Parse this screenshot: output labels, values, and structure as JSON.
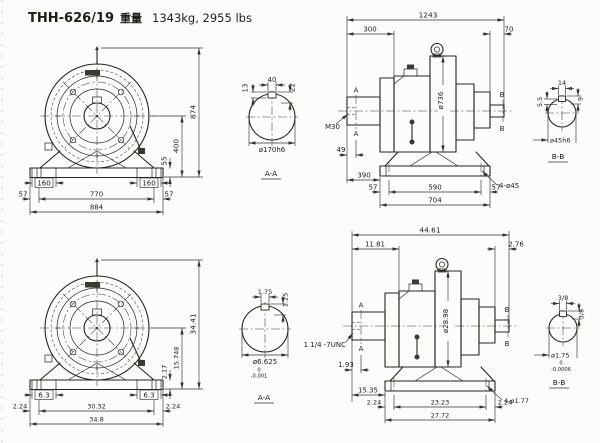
{
  "title": {
    "model": "THH-626/19",
    "weight_label": "重量",
    "weight_value": "1343kg, 2955 lbs"
  },
  "metric": {
    "front": {
      "total_height": "874",
      "center_height": "400",
      "base_height": "55",
      "foot_width_left": "160",
      "foot_width_right": "160",
      "edge_left": "57",
      "bolt_span": "770",
      "edge_right": "57",
      "overall_width": "884"
    },
    "section_aa": {
      "label": "A-A",
      "key_width": "40",
      "key_depth": "13",
      "key_height": "22",
      "shaft_dia": "ø170h6"
    },
    "side": {
      "overall_length": "1243",
      "input_shaft_length": "300",
      "output_shaft_length": "70",
      "housing_dia": "ø736",
      "tapped_hole": "M30",
      "marker_a": "A",
      "marker_b": "B",
      "dim_shaft_step": "49",
      "dim_to_base": "390",
      "base_edge_left": "57",
      "base_bolt_span": "590",
      "base_edge_right": "57",
      "base_length": "704",
      "foundation_holes": "4-ø45"
    },
    "section_bb": {
      "label": "B-B",
      "key_width": "14",
      "key_depth": "5.5",
      "key_height": "9",
      "shaft_dia": "ø45h6"
    }
  },
  "imperial": {
    "front": {
      "total_height": "34.41",
      "center_height": "15.748",
      "base_height": "2.17",
      "foot_width_left": "6.3",
      "foot_width_right": "6.3",
      "edge_left": "2.24",
      "bolt_span": "30.32",
      "edge_right": "2.24",
      "overall_width": "34.8"
    },
    "section_aa": {
      "label": "A-A",
      "key_width": "1.75",
      "key_height": "1.25",
      "shaft_dia": "ø6.625",
      "tol_upper": "0",
      "tol_lower": "-0.001"
    },
    "side": {
      "overall_length": "44.61",
      "input_shaft_length": "11.81",
      "output_shaft_length": "2.76",
      "housing_dia": "ø28.98",
      "tapped_hole": "1 1/4 -7UNC",
      "marker_a": "A",
      "marker_b": "B",
      "dim_shaft_step": "1.93",
      "dim_to_base": "15.35",
      "base_edge_left": "2.24",
      "base_bolt_span": "23.23",
      "base_edge_right": "2.24",
      "base_length": "27.72",
      "foundation_holes": "4-ø1.77"
    },
    "section_bb": {
      "label": "B-B",
      "key_width": "3/8",
      "key_height": "3/8",
      "shaft_dia": "ø1.75",
      "tol_upper": "0",
      "tol_lower": "-0.0006"
    }
  }
}
